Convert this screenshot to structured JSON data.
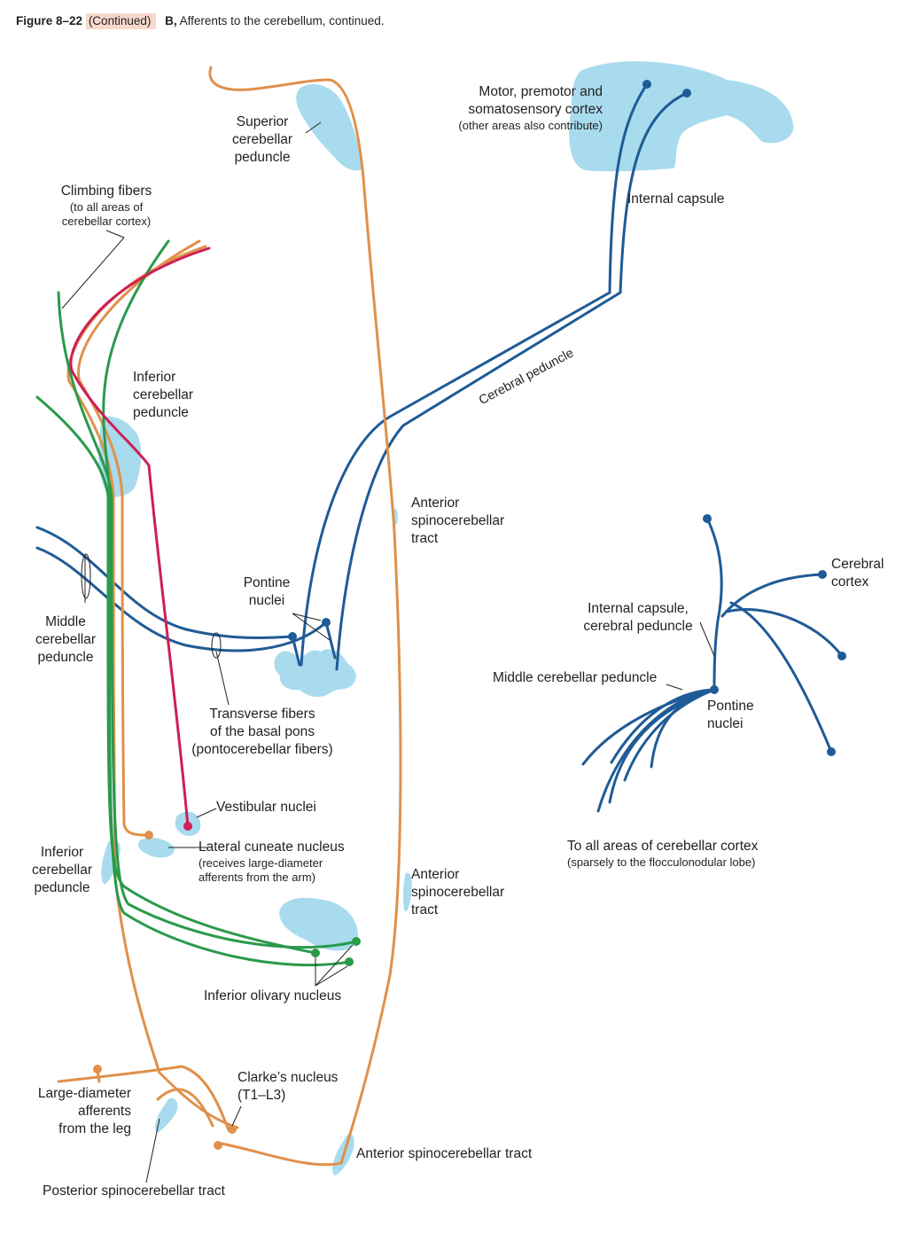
{
  "caption": {
    "figure_number": "Figure 8–22",
    "continued": "(Continued)",
    "panel_letter": "B,",
    "panel_title": "Afferents to the cerebellum, continued."
  },
  "colors": {
    "structure_fill": "#a8dbee",
    "pontine_pathway": "#1f5b96",
    "spinocerebellar": "#e0904a",
    "olivocerebellar": "#2a9a4b",
    "vestibulocerebellar": "#cf1f55"
  },
  "labels": {
    "superior_cerebellar_peduncle": [
      "Superior",
      "cerebellar",
      "peduncle"
    ],
    "motor_cortex": [
      "Motor, premotor and",
      "somatosensory cortex"
    ],
    "motor_cortex_note": "(other areas also contribute)",
    "climbing_fibers": "Climbing fibers",
    "climbing_fibers_note": [
      "(to all areas of",
      "cerebellar cortex)"
    ],
    "internal_capsule": "Internal capsule",
    "cerebral_peduncle": "Cerebral peduncle",
    "inferior_cerebellar_peduncle_top": [
      "Inferior",
      "cerebellar",
      "peduncle"
    ],
    "anterior_spinocerebellar_tract_1": [
      "Anterior",
      "spinocerebellar",
      "tract"
    ],
    "cerebral_cortex": [
      "Cerebral",
      "cortex"
    ],
    "pontine_nuclei_left": [
      "Pontine",
      "nuclei"
    ],
    "internal_capsule_cerebral_peduncle": [
      "Internal capsule,",
      "cerebral peduncle"
    ],
    "middle_cerebellar_peduncle_left": [
      "Middle",
      "cerebellar",
      "peduncle"
    ],
    "middle_cerebellar_peduncle_right": "Middle cerebellar peduncle",
    "pontine_nuclei_right": [
      "Pontine",
      "nuclei"
    ],
    "transverse_fibers": [
      "Transverse fibers",
      "of the basal pons",
      "(pontocerebellar fibers)"
    ],
    "vestibular_nuclei": "Vestibular nuclei",
    "to_all_areas": "To all areas of cerebellar cortex",
    "to_all_areas_note": "(sparsely to the flocculonodular lobe)",
    "lateral_cuneate_nucleus": "Lateral cuneate nucleus",
    "lateral_cuneate_note": [
      "(receives large-diameter",
      "afferents from the arm)"
    ],
    "inferior_cerebellar_peduncle_bottom": [
      "Inferior",
      "cerebellar",
      "peduncle"
    ],
    "anterior_spinocerebellar_tract_2": [
      "Anterior",
      "spinocerebellar",
      "tract"
    ],
    "inferior_olivary_nucleus": "Inferior olivary nucleus",
    "clarkes_nucleus": [
      "Clarke’s nucleus",
      "(T1–L3)"
    ],
    "large_diameter_afferents_leg": [
      "Large-diameter",
      "afferents",
      "from the leg"
    ],
    "anterior_spinocerebellar_tract_3": "Anterior spinocerebellar tract",
    "posterior_spinocerebellar_tract": "Posterior spinocerebellar tract"
  }
}
